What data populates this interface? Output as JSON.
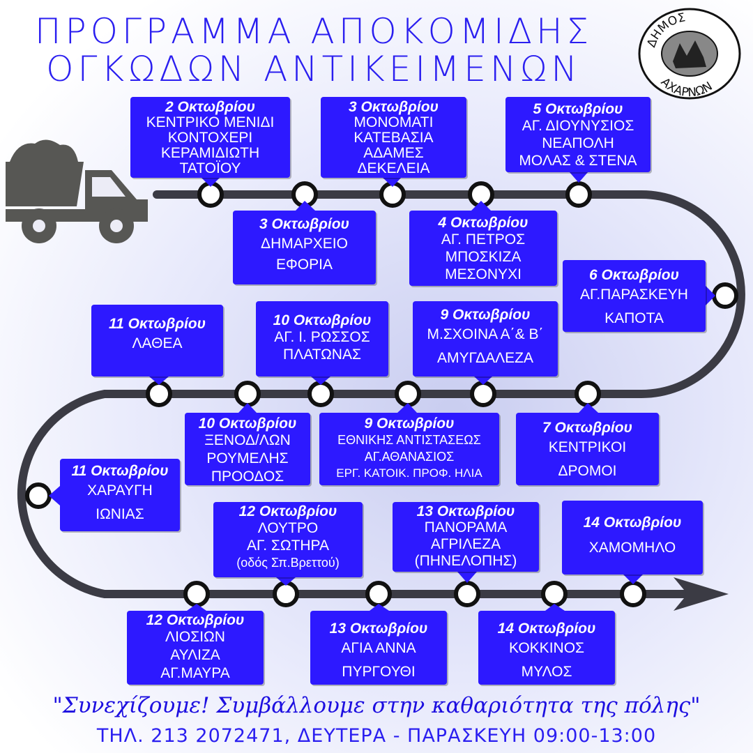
{
  "header": {
    "title_line1": "ΠΡΟΓΡΑΜΜΑ ΑΠΟΚΟΜΙΔΗΣ",
    "title_line2": "ΟΓΚΩΔΩΝ ΑΝΤΙΚΕΙΜΕΝΩΝ",
    "logo_top": "ΔΗΜΟΣ",
    "logo_bottom": "ΑΧΑΡΝΩΝ"
  },
  "colors": {
    "accent": "#2d19ff",
    "title": "#2a1ef0",
    "route": "#3b3b44",
    "truck": "#575754"
  },
  "stops": [
    {
      "date": "2 Οκτωβρίου",
      "lines": [
        "ΚΕΝΤΡΙΚΟ ΜΕΝΙΔΙ",
        "ΚΟΝΤΟΧΕΡΙ",
        "ΚΕΡΑΜΙΔΙΩΤΗ",
        "ΤΑΤΟΪΟΥ"
      ]
    },
    {
      "date": "3 Οκτωβρίου",
      "lines": [
        "ΔΗΜΑΡΧΕΙΟ",
        "ΕΦΟΡΙΑ"
      ]
    },
    {
      "date": "3 Οκτωβρίου",
      "lines": [
        "ΜΟΝΟΜΑΤΙ",
        "ΚΑΤΕΒΑΣΙΑ",
        "ΑΔΑΜΕΣ",
        "ΔΕΚΕΛΕΙΑ"
      ]
    },
    {
      "date": "4 Οκτωβρίου",
      "lines": [
        "ΑΓ. ΠΕΤΡΟΣ",
        "ΜΠΟΣΚΙΖΑ",
        "ΜΕΣΟΝΥΧΙ"
      ]
    },
    {
      "date": "5 Οκτωβρίου",
      "lines": [
        "ΑΓ. ΔΙΟΥΝΥΣΙΟΣ",
        "ΝΕΑΠΟΛΗ",
        "ΜΟΛΑΣ & ΣΤΕΝΑ"
      ]
    },
    {
      "date": "6 Οκτωβρίου",
      "lines": [
        "ΑΓ.ΠΑΡΑΣΚΕΥΗ",
        "ΚΑΠΟΤΑ"
      ]
    },
    {
      "date": "7 Οκτωβρίου",
      "lines": [
        "ΚΕΝΤΡΙΚΟΙ",
        "ΔΡΟΜΟΙ"
      ]
    },
    {
      "date": "9 Οκτωβρίου",
      "lines": [
        "Μ.ΣΧΟΙΝΑ Α΄& Β΄",
        "ΑΜΥΓΔΑΛΕΖΑ"
      ]
    },
    {
      "date": "9 Οκτωβρίου",
      "lines": [
        "ΕΘΝΙΚΗΣ ΑΝΤΙΣΤΑΣΕΩΣ",
        "ΑΓ.ΑΘΑΝΑΣΙΟΣ",
        "ΕΡΓ. ΚΑΤΟΙΚ. ΠΡΟΦ. ΗΛΙΑ"
      ]
    },
    {
      "date": "10 Οκτωβρίου",
      "lines": [
        "ΑΓ. Ι. ΡΩΣΣΟΣ",
        "ΠΛΑΤΩΝΑΣ"
      ]
    },
    {
      "date": "10 Οκτωβρίου",
      "lines": [
        "ΞΕΝΟΔ/ΛΩΝ",
        "ΡΟΥΜΕΛΗΣ",
        "ΠΡΟΟΔΟΣ"
      ]
    },
    {
      "date": "11 Οκτωβρίου",
      "lines": [
        "ΛΑΘΕΑ"
      ]
    },
    {
      "date": "11 Οκτωβρίου",
      "lines": [
        "ΧΑΡΑΥΓΗ",
        "ΙΩΝΙΑΣ"
      ]
    },
    {
      "date": "12 Οκτωβρίου",
      "lines": [
        "ΛΟΥΤΡΟ",
        "ΑΓ. ΣΩΤΗΡΑ",
        "(οδός Σπ.Βρεττού)"
      ]
    },
    {
      "date": "12 Οκτωβρίου",
      "lines": [
        "ΛΙΟΣΙΩΝ",
        "ΑΥΛΙΖΑ",
        "ΑΓ.ΜΑΥΡΑ"
      ]
    },
    {
      "date": "13 Οκτωβρίου",
      "lines": [
        "ΠΑΝΟΡΑΜΑ",
        "ΑΓΡΙΛΕΖΑ",
        "(ΠΗΝΕΛΟΠΗΣ)"
      ]
    },
    {
      "date": "13 Οκτωβρίου",
      "lines": [
        "ΑΓΙΑ ΑΝΝΑ",
        "ΠΥΡΓΟΥΘΙ"
      ]
    },
    {
      "date": "14 Οκτωβρίου",
      "lines": [
        "ΧΑΜΟΜΗΛΟ"
      ]
    },
    {
      "date": "14 Οκτωβρίου",
      "lines": [
        "ΚΟΚΚΙΝΟΣ",
        "ΜΥΛΟΣ"
      ]
    }
  ],
  "footer": {
    "slogan": "\"Συνεχίζουμε! Συμβάλλουμε στην καθαριότητα της πόλης\"",
    "phone": "ΤΗΛ. 213 2072471, ΔΕΥΤΕΡΑ - ΠΑΡΑΣΚΕΥΗ  09:00-13:00"
  }
}
